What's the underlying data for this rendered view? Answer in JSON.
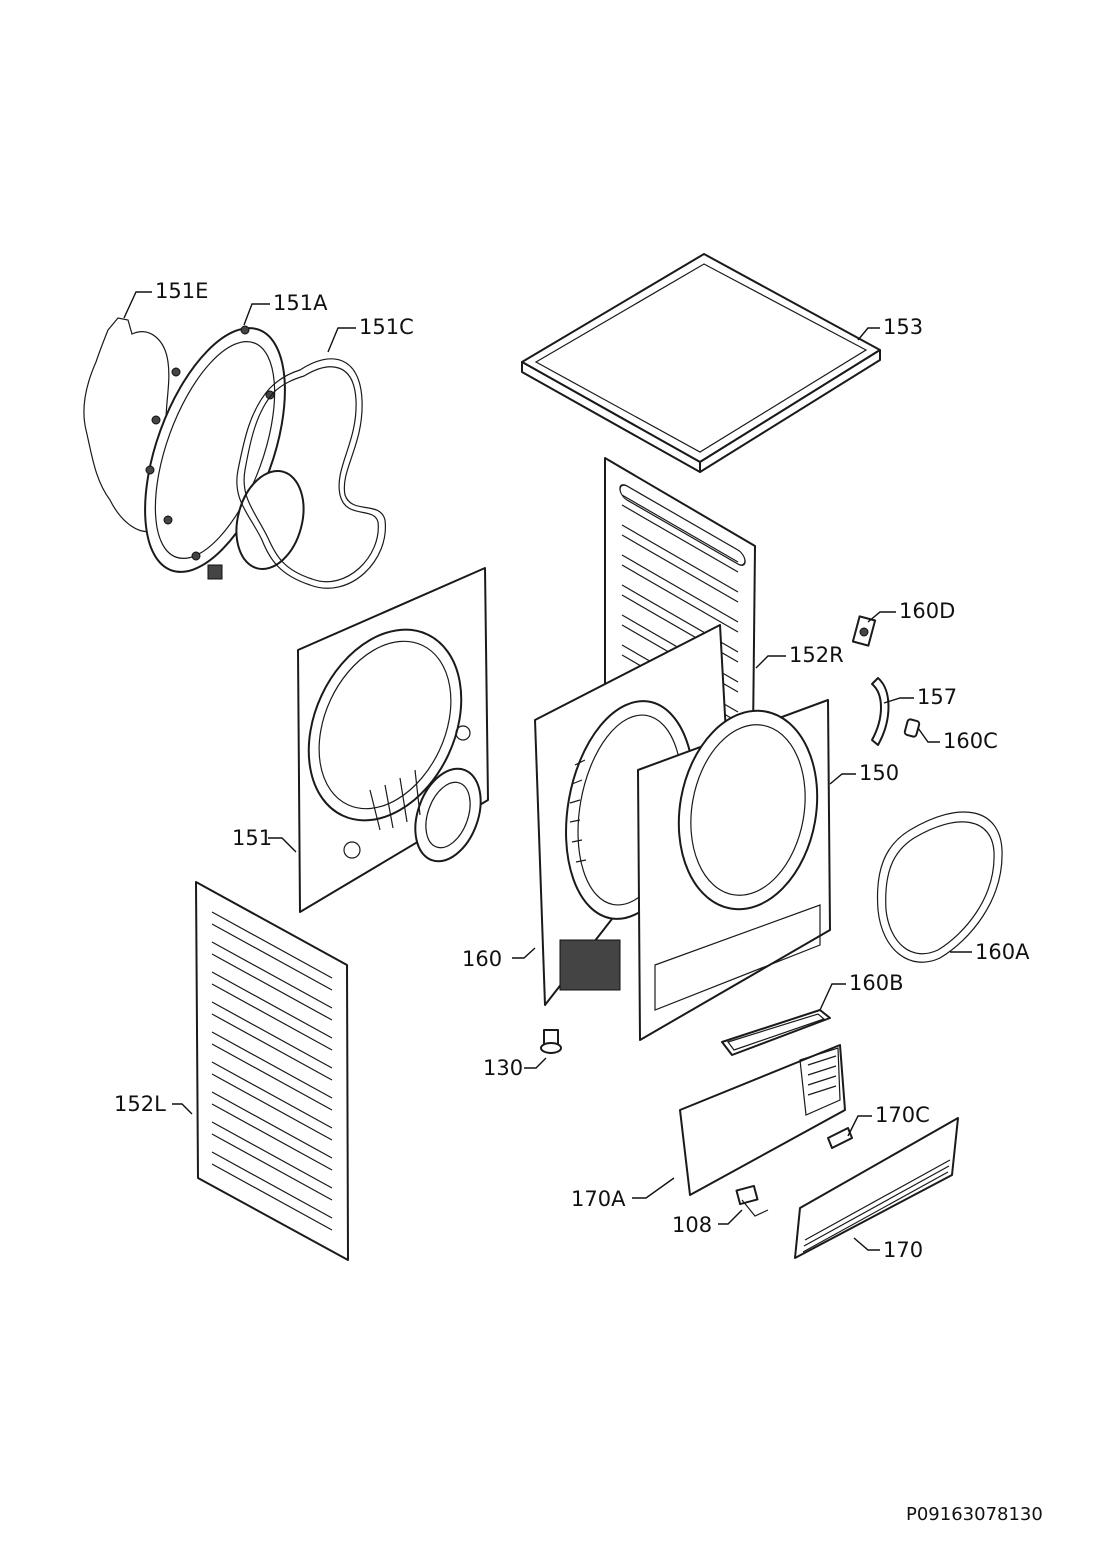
{
  "diagram": {
    "labels": {
      "l151E": "151E",
      "l151A": "151A",
      "l151C": "151C",
      "l153": "153",
      "l160D": "160D",
      "l152R": "152R",
      "l157": "157",
      "l160C": "160C",
      "l150": "150",
      "l151": "151",
      "l160A": "160A",
      "l160": "160",
      "l160B": "160B",
      "l130": "130",
      "l152L": "152L",
      "l170C": "170C",
      "l170A": "170A",
      "l108": "108",
      "l170": "170"
    },
    "reference": "P09163078130"
  }
}
